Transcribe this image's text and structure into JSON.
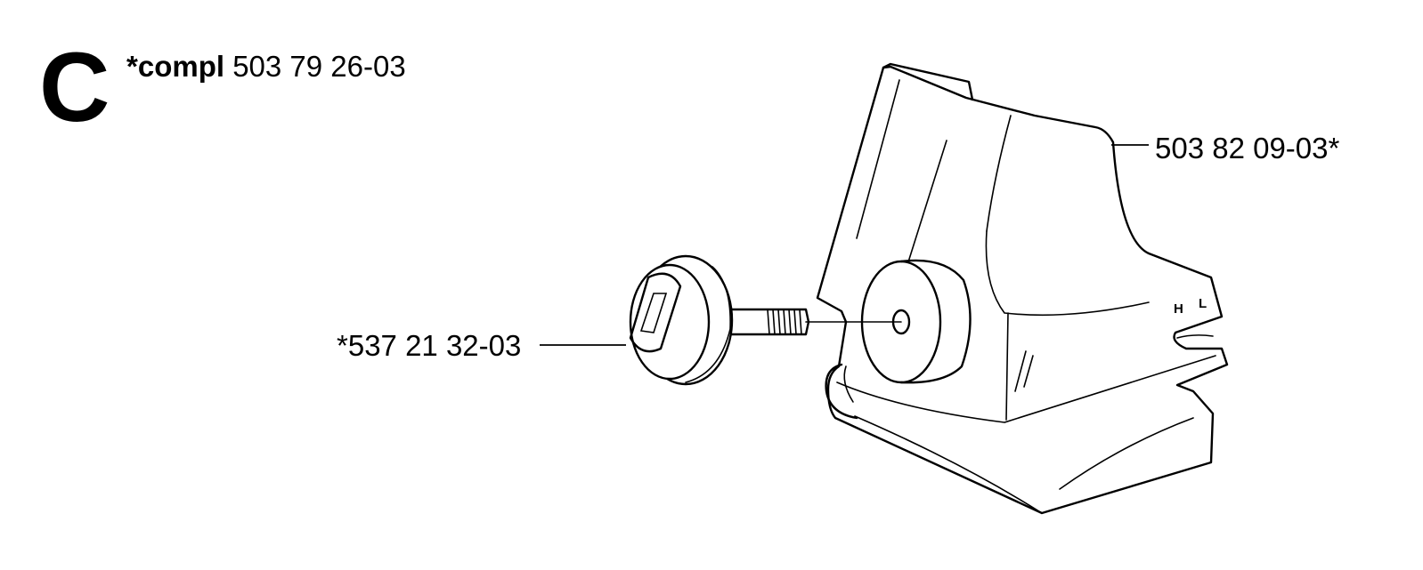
{
  "section": {
    "letter": "C"
  },
  "kit": {
    "prefix": "*compl",
    "part_number": "503 79 26-03"
  },
  "callouts": {
    "cover": "503 82 09-03*",
    "knob": "*537 21 32-03"
  },
  "markings": {
    "h": "H",
    "l": "L"
  }
}
